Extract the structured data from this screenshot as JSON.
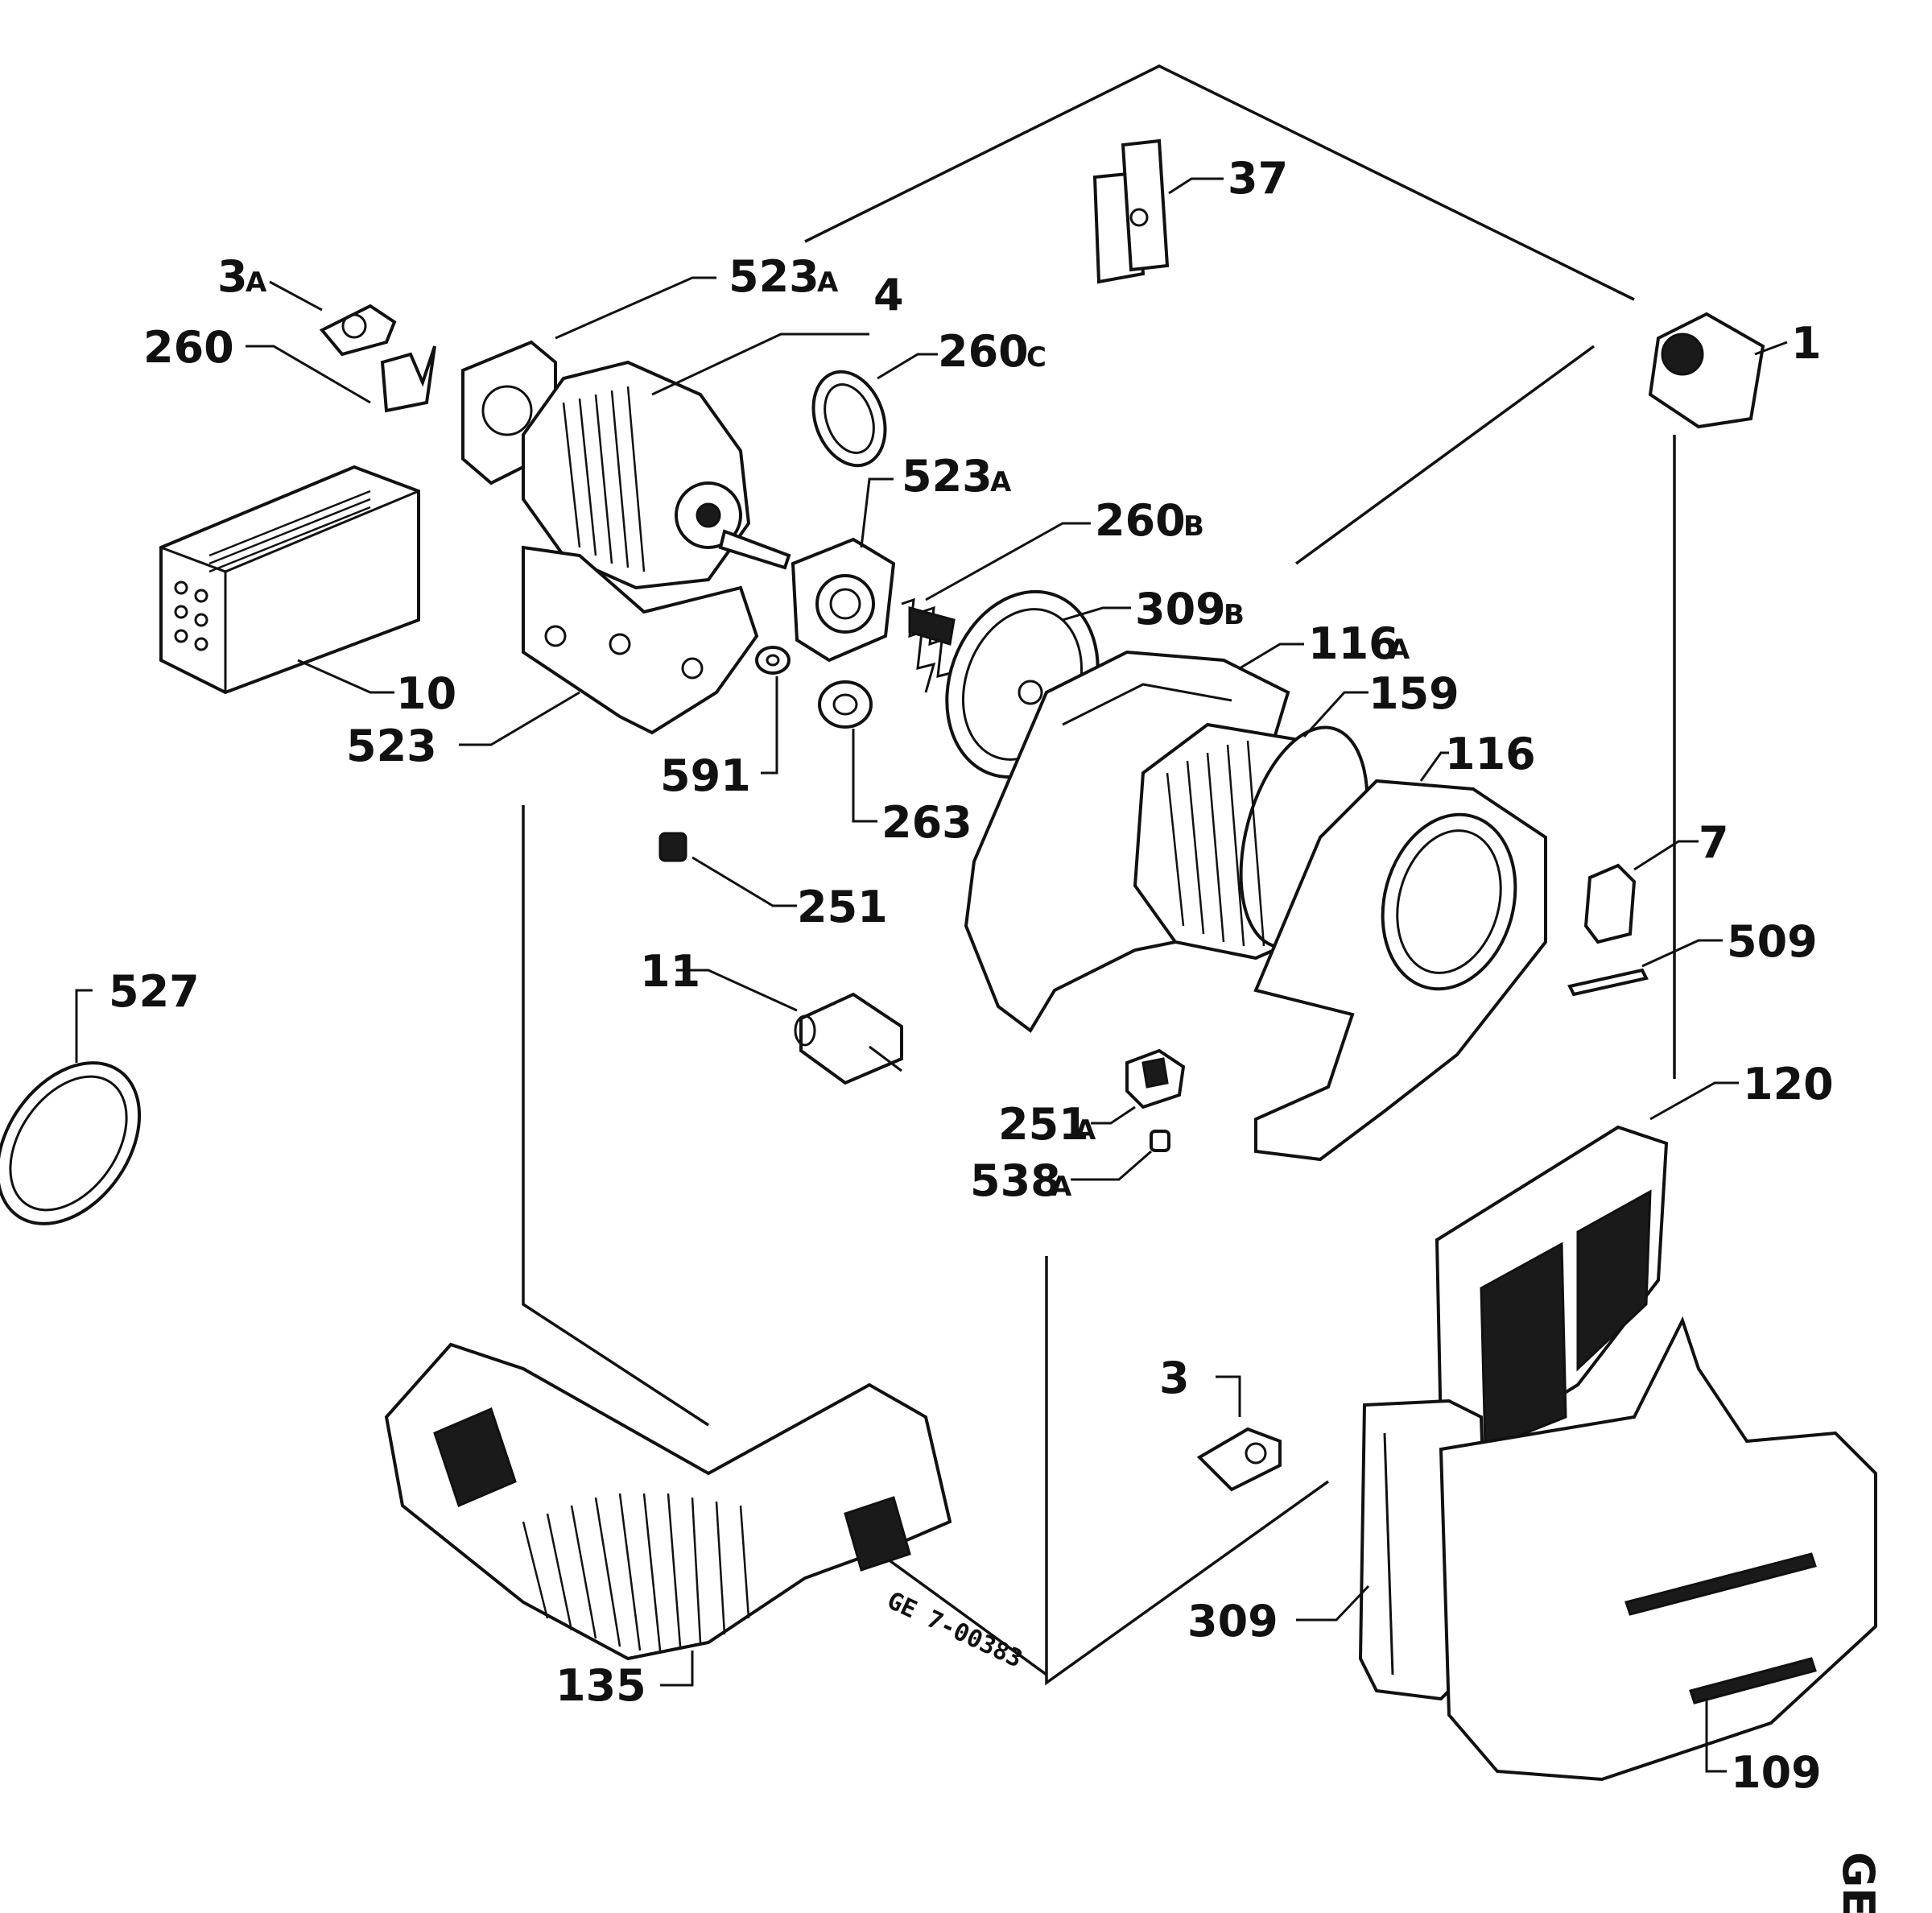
{
  "labels": {
    "p37": "37",
    "p3A": "3",
    "p3A_suffix": "A",
    "p523A_top": "523",
    "p523A_top_suffix": "A",
    "p4": "4",
    "p260": "260",
    "p260C": "260",
    "p260C_suffix": "C",
    "p1": "1",
    "p523A_mid": "523",
    "p523A_mid_suffix": "A",
    "p260B": "260",
    "p260B_suffix": "B",
    "p309B": "309",
    "p309B_suffix": "B",
    "p116A": "116",
    "p116A_suffix": "A",
    "p159": "159",
    "p116": "116",
    "p10": "10",
    "p523": "523",
    "p591": "591",
    "p263": "263",
    "p7": "7",
    "p251": "251",
    "p509": "509",
    "p11": "11",
    "p527": "527",
    "p120": "120",
    "p251A": "251",
    "p251A_suffix": "A",
    "p538A": "538",
    "p538A_suffix": "A",
    "p3": "3",
    "p309": "309",
    "p135": "135",
    "p109": "109"
  },
  "drawing_code": "GE 7-00383",
  "corner_mark": "GE"
}
